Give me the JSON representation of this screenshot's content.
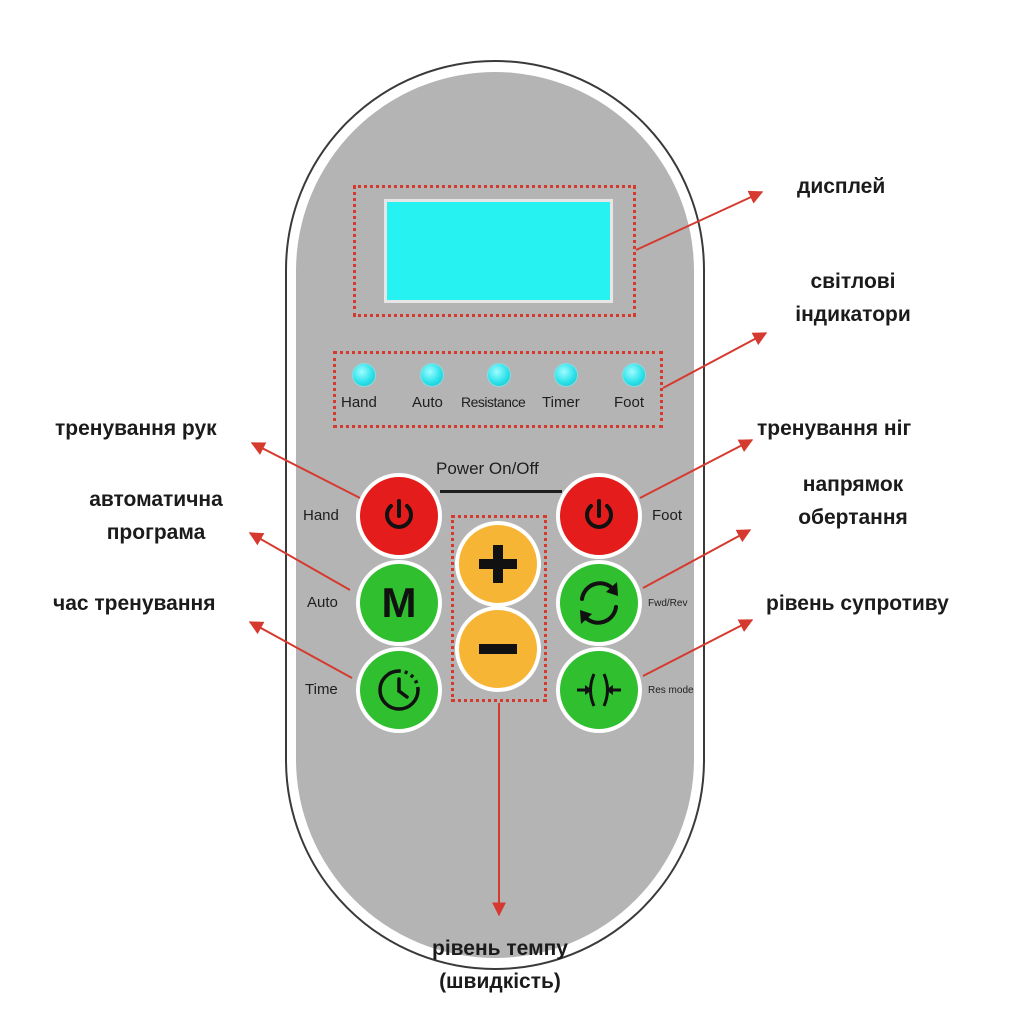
{
  "panel": {
    "leds": [
      "Hand",
      "Auto",
      "Resistance",
      "Timer",
      "Foot"
    ],
    "power_label": "Power On/Off",
    "buttons": {
      "hand": "Hand",
      "auto": "Auto",
      "time": "Time",
      "foot": "Foot",
      "fwd_rev": "Fwd/Rev",
      "res_mode": "Res mode",
      "m_letter": "M",
      "plus": "+",
      "minus": "−"
    }
  },
  "callouts": {
    "display": "дисплей",
    "indicators_1": "світлові",
    "indicators_2": "індикатори",
    "hand_training": "тренування рук",
    "auto_program_1": "автоматична",
    "auto_program_2": "програма",
    "training_time": "час тренування",
    "foot_training": "тренування ніг",
    "rotation_1": "напрямок",
    "rotation_2": "обертання",
    "resistance_level": "рівень супротиву",
    "tempo_1": "рівень темпу",
    "tempo_2": "(швидкість)"
  },
  "colors": {
    "body": "#b4b4b4",
    "screen": "#27f2f2",
    "led": "#2de2ea",
    "power_button": "#e51c1c",
    "mode_button": "#2fbf2f",
    "speed_button": "#f7b535",
    "dotted_frame": "#d63a2f",
    "arrow": "#d63a2f"
  }
}
